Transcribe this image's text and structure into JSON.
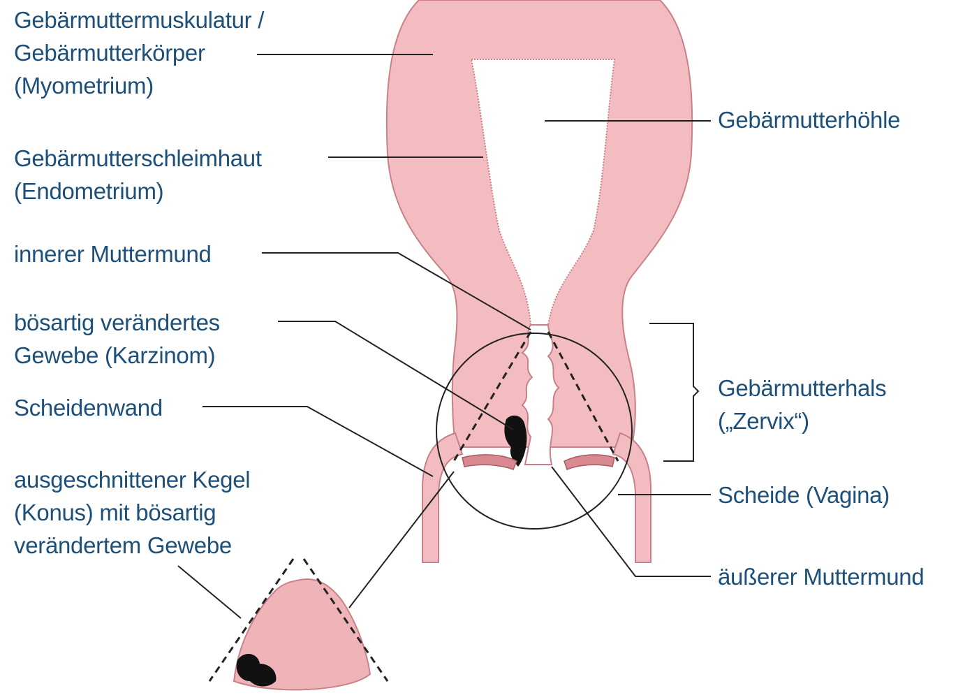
{
  "labels": {
    "myometrium": [
      "Gebärmuttermuskulatur /",
      "Gebärmutterkörper",
      "(Myometrium)"
    ],
    "endometrium": [
      "Gebärmutterschleimhaut",
      "(Endometrium)"
    ],
    "inner_os": "innerer Muttermund",
    "carcinoma": [
      "bösartig verändertes",
      "Gewebe (Karzinom)"
    ],
    "vaginal_wall": "Scheidenwand",
    "cone": [
      "ausgeschnittener Kegel",
      "(Konus) mit bösartig",
      "verändertem Gewebe"
    ],
    "cavity": "Gebärmutterhöhle",
    "cervix": [
      "Gebärmutterhals",
      "(„Zervix“)"
    ],
    "vagina": "Scheide (Vagina)",
    "outer_os": "äußerer Muttermund"
  },
  "colors": {
    "tissue": "#f2bcc0",
    "tissue_outline": "#c98088",
    "cone_fill": "#efb4b8",
    "vaginal_fold": "#d98a90",
    "carcinoma": "#111111",
    "label_text": "#1c4f7a",
    "line": "#222222"
  }
}
